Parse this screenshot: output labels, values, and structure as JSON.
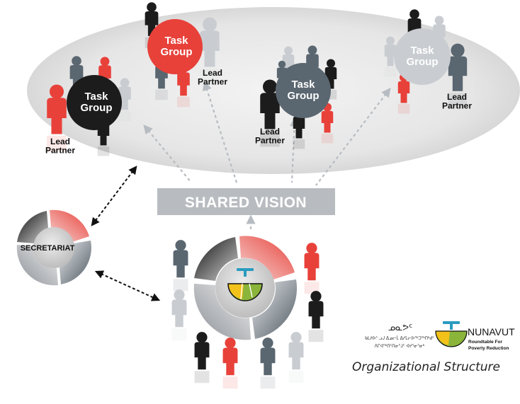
{
  "task_group": "Task\nGroup",
  "lead_partner": "Lead\nPartner",
  "shared_vision": "SHARED VISION",
  "secretariat": "SECRETARIAT",
  "logo": {
    "syllabics_title": "ᓄᓇᕗᑦ",
    "syllabics_line1": "ᑲᒪᔨᐅᓪᓗᒍ ᐃᓄᓕᒫ ᐃᓱᒪᓕᐅᖅᑐᖅᑎᒃᑯᑦ",
    "syllabics_line2": "ᐱᒋᐊᖅᑎᑦᑎᓂᕐᒧᑦ ᐊᔪᕐᓂᕐᓂᒃ",
    "name": "NUNAVUT",
    "subtitle_1": "Roundtable For",
    "subtitle_2": "Poverty Reduction"
  },
  "caption": "Organizational Structure",
  "colors": {
    "red": "#e8413a",
    "black": "#1c1c1c",
    "slate": "#5a6670",
    "light_gray": "#c9cdd1",
    "ellipse": "#e4e4e4",
    "banner": "#b8bcc0",
    "logo_teal": "#2a9bbf",
    "logo_green": "#8ab53a",
    "logo_yellow": "#f2c21a"
  }
}
